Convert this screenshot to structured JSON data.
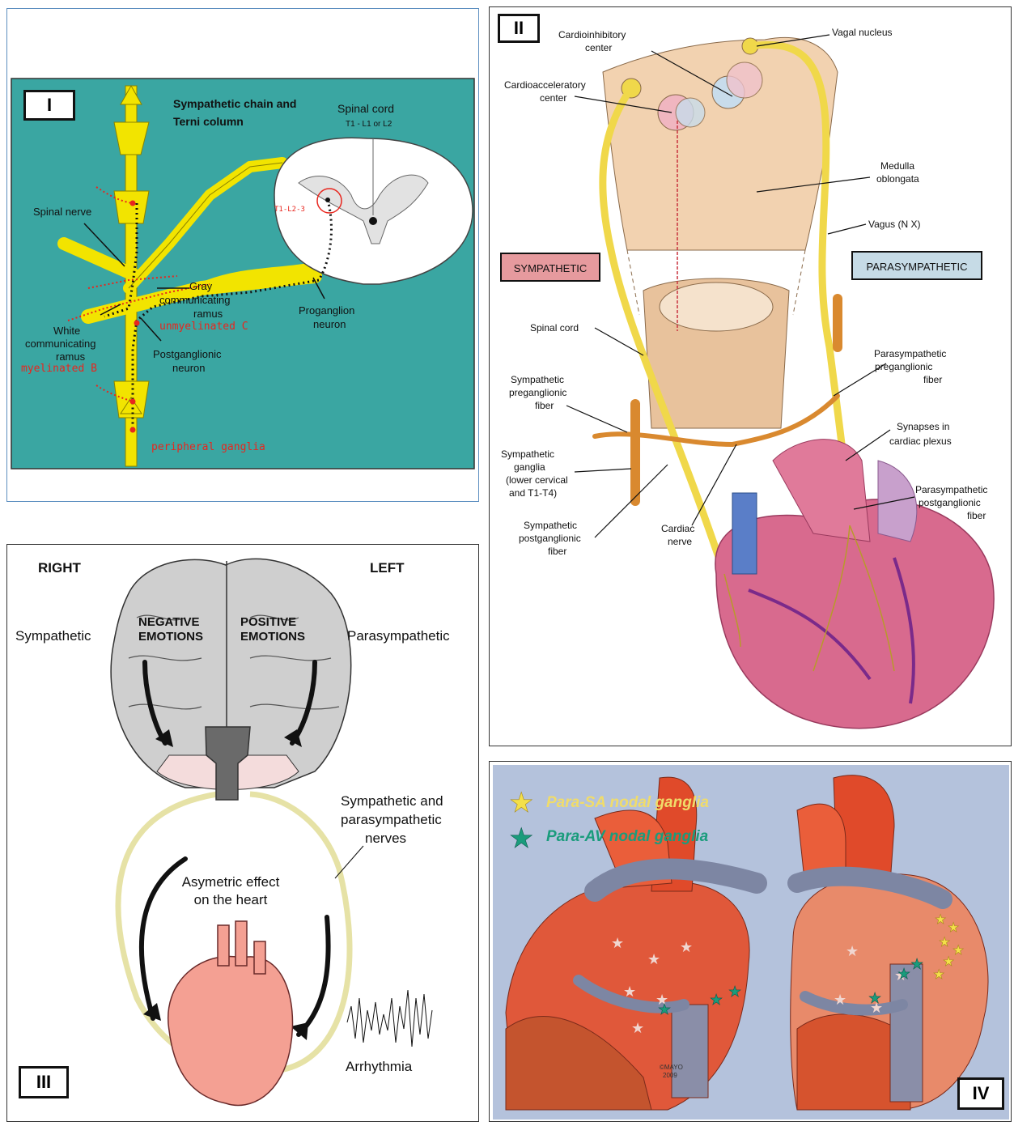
{
  "panel1": {
    "roman": "I",
    "title_line1": "Sympathetic chain and",
    "title_line2": "Terni column",
    "spinal_cord_line1": "Spinal cord",
    "spinal_cord_line2": "T1 - L1 or L2",
    "spinal_nerve": "Spinal nerve",
    "marker": "T1-L2-3",
    "gray_ramus": [
      "Gray",
      "communicating",
      "ramus"
    ],
    "unmyelinated": "unmyelinated C",
    "proganglion": [
      "Proganglion",
      "neuron"
    ],
    "white_ramus": [
      "White",
      "communicating",
      "ramus"
    ],
    "myelinated": "myelinated B",
    "postganglionic": [
      "Postganglionic",
      "neuron"
    ],
    "peripheral": "peripheral ganglia",
    "colors": {
      "background": "#3aa6a2",
      "nerve": "#f2e400",
      "annotation": "#e8261e"
    }
  },
  "panel2": {
    "roman": "II",
    "cardioinhibitory": [
      "Cardioinhibitory",
      "center"
    ],
    "vagal_nucleus": "Vagal nucleus",
    "cardioacceleratory": [
      "Cardioacceleratory",
      "center"
    ],
    "medulla": [
      "Medulla",
      "oblongata"
    ],
    "vagus": "Vagus (N X)",
    "sympathetic_box": "SYMPATHETIC",
    "parasympathetic_box": "PARASYMPATHETIC",
    "spinal_cord": "Spinal cord",
    "para_pre": [
      "Parasympathetic",
      "preganglionic",
      "fiber"
    ],
    "symp_pre": [
      "Sympathetic",
      "preganglionic",
      "fiber"
    ],
    "synapses": [
      "Synapses in",
      "cardiac plexus"
    ],
    "symp_ganglia": [
      "Sympathetic",
      "ganglia",
      "(lower cervical",
      "and T1-T4)"
    ],
    "para_post": [
      "Parasympathetic",
      "postganglionic",
      "fiber"
    ],
    "symp_post": [
      "Sympathetic",
      "postganglionic",
      "fiber"
    ],
    "cardiac_nerve": [
      "Cardiac",
      "nerve"
    ],
    "colors": {
      "sympathetic": "#e69a9e",
      "parasympathetic": "#c6dbe6",
      "vagus": "#f0d84a",
      "sympathetic_fiber": "#d9892f",
      "heart": "#d86a8e"
    }
  },
  "panel3": {
    "roman": "III",
    "right": "RIGHT",
    "left": "LEFT",
    "sympathetic": "Sympathetic",
    "parasympathetic": "Parasympathetic",
    "negative": [
      "NEGATIVE",
      "EMOTIONS"
    ],
    "positive": [
      "POSITIVE",
      "EMOTIONS"
    ],
    "nerves": [
      "Sympathetic and",
      "parasympathetic",
      "nerves"
    ],
    "asymmetric": [
      "Asymetric effect",
      "on the heart"
    ],
    "arrhythmia": "Arrhythmia",
    "colors": {
      "loop": "#e6e2a6",
      "brain": "#cfcfcf",
      "heart": "#f4a093"
    }
  },
  "panel4": {
    "roman": "IV",
    "para_sa": "Para-SA nodal ganglia",
    "para_av": "Para-AV nodal ganglia",
    "mayo": [
      "©MAYO",
      "2009"
    ],
    "colors": {
      "background": "#b4c2dc",
      "sa_star": "#f4e04a",
      "av_star": "#1a9c7c",
      "heart": "#e0583a",
      "vessel": "#7d86a3"
    }
  }
}
